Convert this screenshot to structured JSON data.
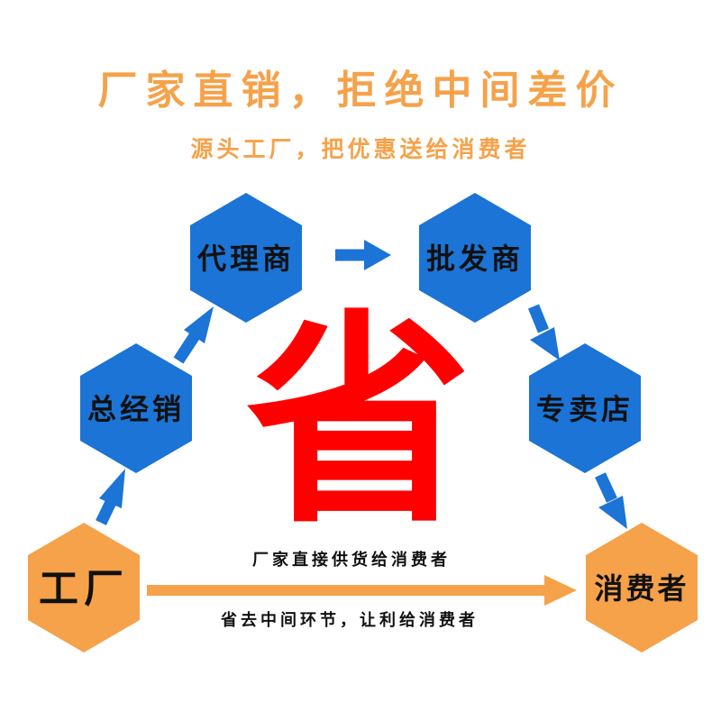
{
  "title": "厂家直销，拒绝中间差价",
  "subtitle": "源头工厂，把优惠送给消费者",
  "center_char": "省",
  "nodes": {
    "agent": "代理商",
    "wholesaler": "批发商",
    "distributor": "总经销",
    "specialty_store": "专卖店",
    "factory": "工厂",
    "consumer": "消费者"
  },
  "direct_line": {
    "top_text": "厂家直接供货给消费者",
    "bottom_text": "省去中间环节，让利给消费者"
  },
  "colors": {
    "headline": "#f5a24a",
    "blue_hex": "#1b74d6",
    "orange_hex": "#f5a24a",
    "arrow_blue": "#1b74d6",
    "arrow_orange": "#f5a24a",
    "center_char": "#ff0000"
  }
}
